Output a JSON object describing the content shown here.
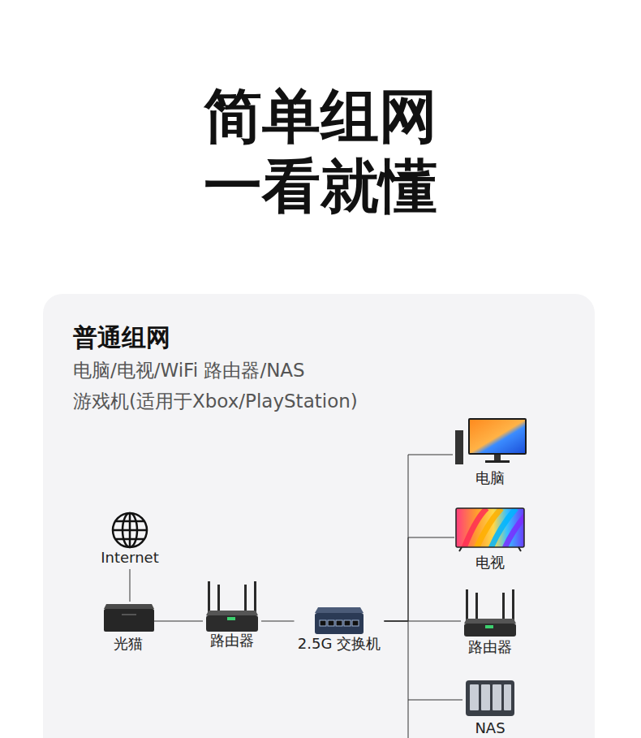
{
  "diagram": {
    "title": "简单组网 一看就懂",
    "nodes": [
      {
        "text": [
          "普通组网",
          "电脑/电视/WiFi 路由器/NAS",
          "游戏机(适用于Xbox/PlayStation)"
        ]
      },
      {
        "text": [
          "Internet"
        ],
        "in": 0
      },
      {
        "text": [
          "光猫"
        ],
        "in": 0
      },
      {
        "text": [
          "路由器"
        ],
        "in": 0
      },
      {
        "text": [
          "2.5G 交换机"
        ],
        "in": 0
      },
      {
        "text": [
          "电脑"
        ],
        "in": 0
      },
      {
        "text": [
          "电视"
        ],
        "in": 0
      },
      {
        "text": [
          "路由器"
        ],
        "in": 0
      },
      {
        "text": [
          "NAS"
        ],
        "in": 0
      }
    ],
    "edges": [
      {
        "from": 1,
        "to": 2,
        "arrow": "none"
      },
      {
        "from": 2,
        "to": 3,
        "arrow": "none"
      },
      {
        "from": 3,
        "to": 4,
        "arrow": "none"
      },
      {
        "from": 4,
        "to": 5,
        "arrow": "none"
      },
      {
        "from": 4,
        "to": 6,
        "arrow": "none"
      },
      {
        "from": 4,
        "to": 7,
        "arrow": "none"
      },
      {
        "from": 4,
        "to": 8,
        "arrow": "none"
      }
    ]
  }
}
